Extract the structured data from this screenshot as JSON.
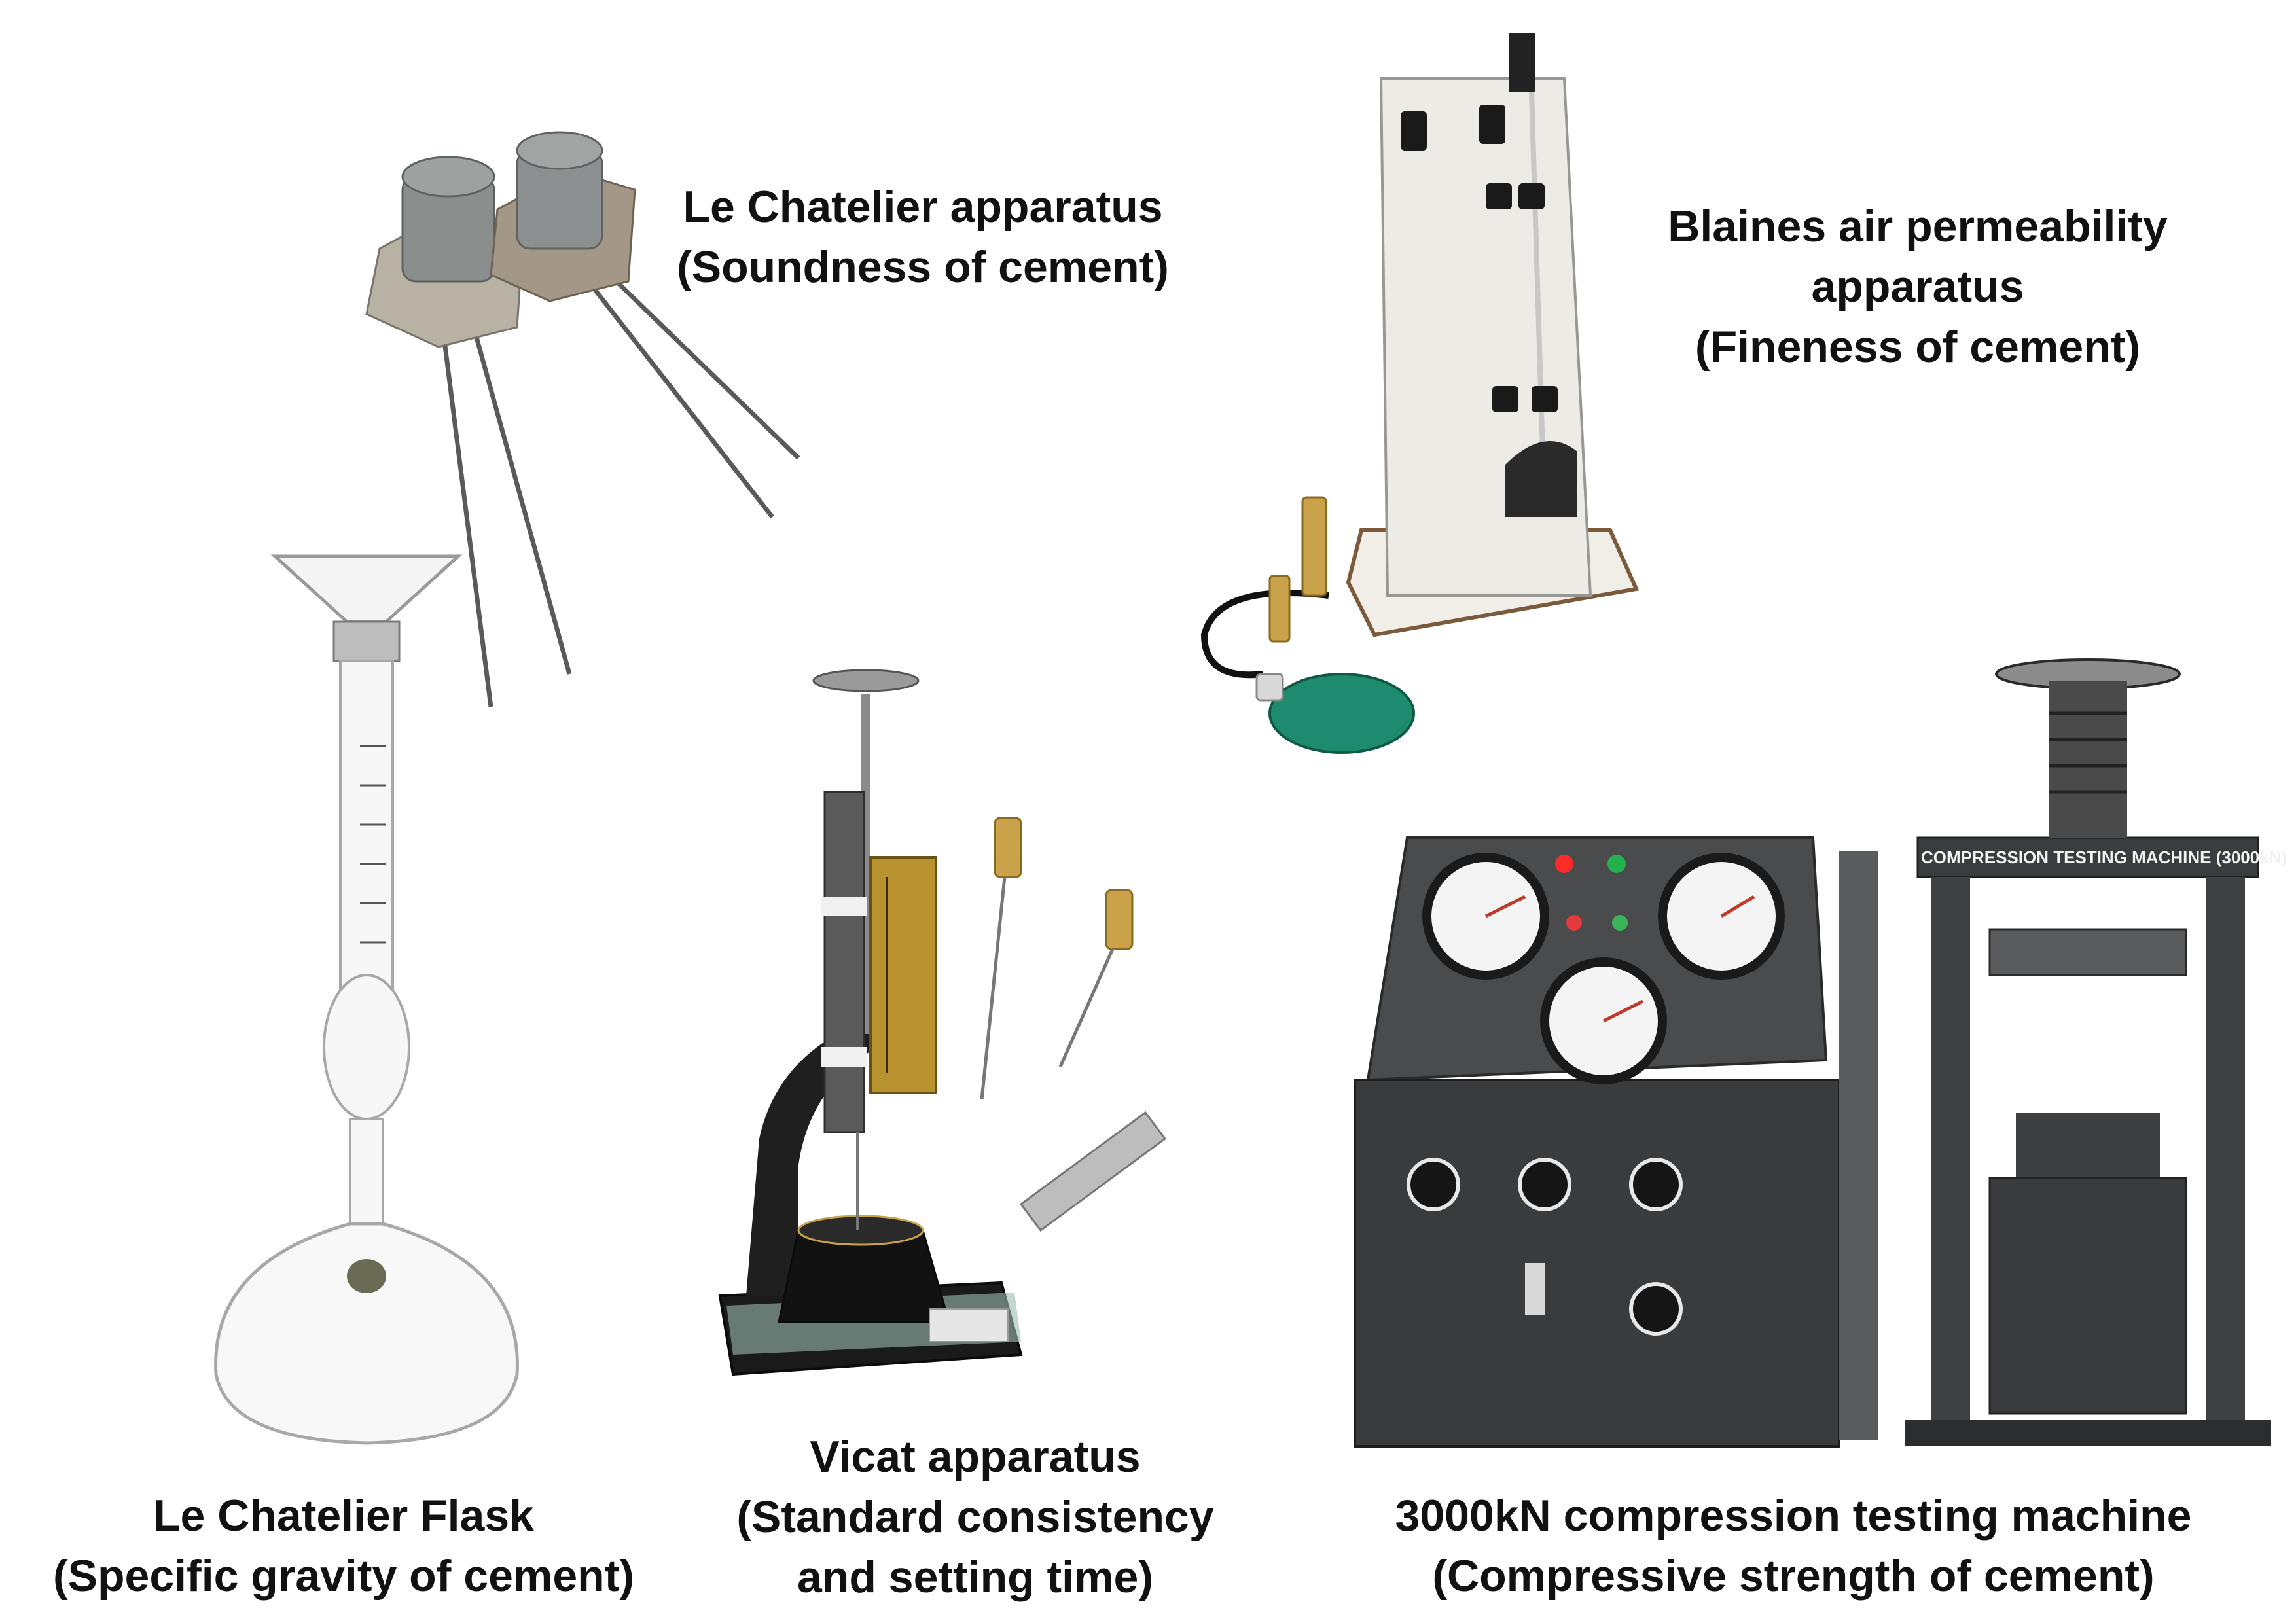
{
  "items": [
    {
      "id": "le-chatelier-apparatus",
      "lines": [
        "Le Chatelier apparatus",
        "(Soundness of cement)"
      ]
    },
    {
      "id": "blaines-apparatus",
      "lines": [
        "Blaines air permeability",
        "apparatus",
        "(Fineness of cement)"
      ]
    },
    {
      "id": "le-chatelier-flask",
      "lines": [
        "Le Chatelier Flask",
        "(Specific gravity of cement)"
      ]
    },
    {
      "id": "vicat-apparatus",
      "lines": [
        "Vicat apparatus",
        "(Standard consistency",
        "and setting time)"
      ]
    },
    {
      "id": "compression-machine",
      "lines": [
        "3000kN compression testing machine",
        "(Compressive strength of cement)"
      ]
    }
  ],
  "machine_plate": "COMPRESSION TESTING MACHINE (3000kN)",
  "colors": {
    "machine_body": "#4a4b4d",
    "bulb": "#1e8a6e",
    "brass": "#c9a24a",
    "caption": "#111111"
  }
}
